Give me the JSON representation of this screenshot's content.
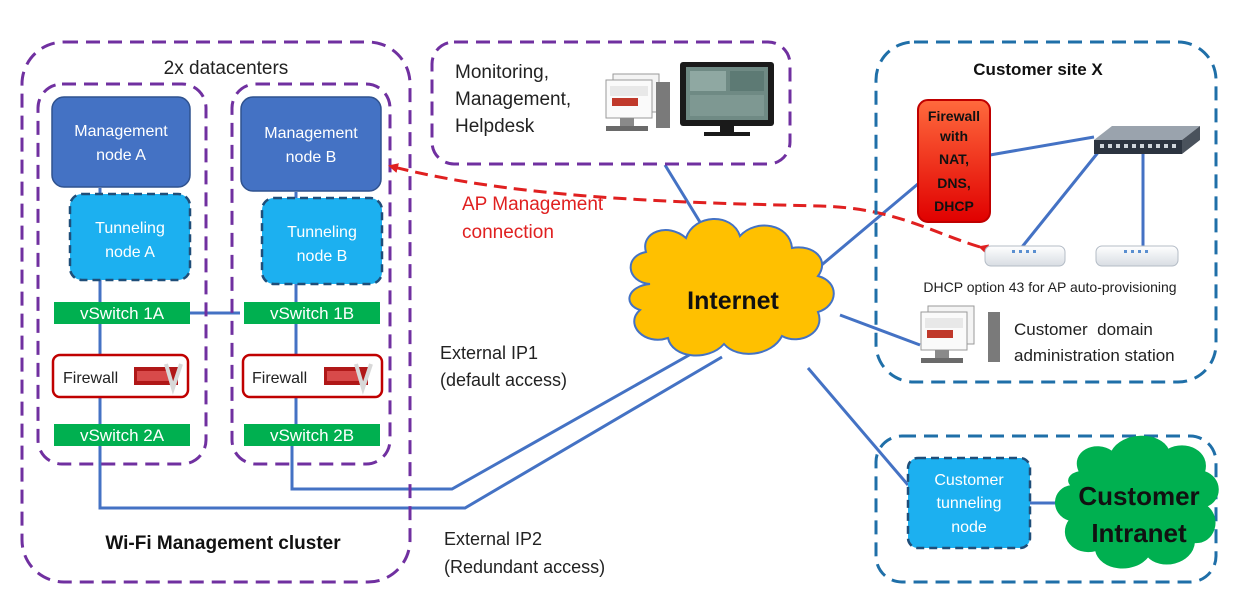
{
  "cluster": {
    "title": "Wi-Fi Management cluster",
    "datacenters_label": "2x datacenters",
    "dc_a": {
      "mgmt_node": [
        "Management",
        "node A"
      ],
      "tunnel_node": [
        "Tunneling",
        "node A"
      ],
      "vswitch1": "vSwitch 1A",
      "firewall": "Firewall",
      "vswitch2": "vSwitch 2A"
    },
    "dc_b": {
      "mgmt_node": [
        "Management",
        "node B"
      ],
      "tunnel_node": [
        "Tunneling",
        "node B"
      ],
      "vswitch1": "vSwitch 1B",
      "firewall": "Firewall",
      "vswitch2": "vSwitch 2B"
    }
  },
  "monitoring": {
    "label": [
      "Monitoring,",
      "Management,",
      "Helpdesk"
    ]
  },
  "internet": {
    "label": "Internet"
  },
  "ap_connection": {
    "label": [
      "AP Management",
      "connection"
    ]
  },
  "external": {
    "ip1": [
      "External IP1",
      "(default access)"
    ],
    "ip2": [
      "External IP2",
      "(Redundant access)"
    ]
  },
  "customer_site": {
    "title": "Customer site X",
    "firewall": [
      "Firewall",
      "with",
      "NAT,",
      "DNS,",
      "DHCP"
    ],
    "dhcp_note": "DHCP option 43 for AP auto-provisioning",
    "admin_station": [
      "Customer  domain",
      "administration station"
    ]
  },
  "customer_tunnel": {
    "node": [
      "Customer",
      "tunneling",
      "node"
    ],
    "intranet": [
      "Customer",
      "Intranet"
    ]
  },
  "colors": {
    "purple_dash": "#7030a0",
    "blue_dash": "#1f6fa8",
    "link": "#4472c4",
    "mgmt_node": "#4472c4",
    "tunnel_node": "#1cb0f0",
    "vswitch": "#00b050",
    "firewall_border": "#c00000",
    "ap_connection": "#e02020",
    "internet_cloud": "#ffc000",
    "intranet_cloud": "#00b050"
  }
}
